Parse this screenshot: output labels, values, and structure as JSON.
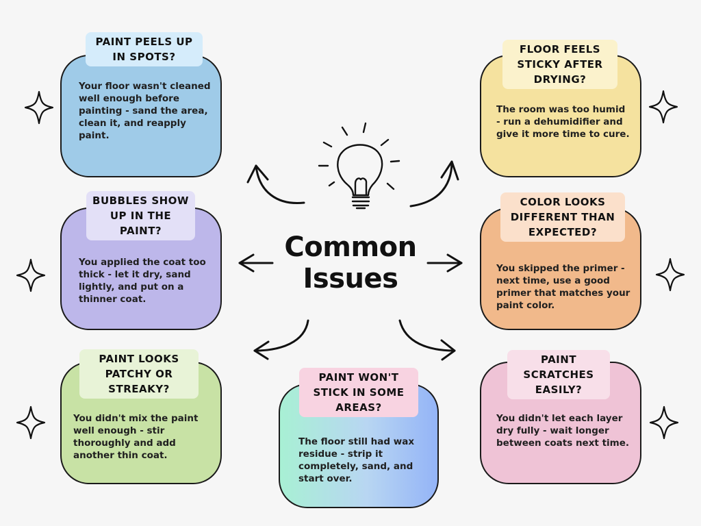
{
  "title": {
    "line1": "Common",
    "line2": "Issues"
  },
  "issues": [
    {
      "title": "PAINT PEELS UP IN SPOTS?",
      "text": "Your floor wasn't cleaned well enough before painting - sand the area, clean it, and reapply paint."
    },
    {
      "title": "FLOOR FEELS STICKY AFTER DRYING?",
      "text": "The room was too humid - run a dehumidifier and give it more time to cure."
    },
    {
      "title": "BUBBLES SHOW UP IN THE PAINT?",
      "text": "You applied the coat too thick - let it dry, sand lightly, and put on a thinner coat."
    },
    {
      "title": "COLOR LOOKS DIFFERENT THAN EXPECTED?",
      "text": "You skipped the primer - next time, use a good primer that matches your paint color."
    },
    {
      "title": "PAINT LOOKS PATCHY OR STREAKY?",
      "text": "You didn't mix the paint well enough - stir thoroughly and add another thin coat."
    },
    {
      "title": "PAINT WON'T STICK IN SOME AREAS?",
      "text": "The floor still had wax residue - strip it completely, sand, and start over."
    },
    {
      "title": "PAINT SCRATCHES EASILY?",
      "text": "You didn't let each layer dry fully - wait longer between coats next time."
    }
  ],
  "colors": {
    "background": "#f6f6f6",
    "blue": "#9fcbe8",
    "yellow": "#f5e29f",
    "purple": "#bdb7ea",
    "orange": "#f1b98b",
    "green": "#c8e2a5",
    "pink": "#efc3d6",
    "gradient_start": "#a8f0d4",
    "gradient_end": "#94b4f7"
  },
  "icons": [
    "lightbulb-icon",
    "sparkle-icon",
    "arrow-icon"
  ]
}
